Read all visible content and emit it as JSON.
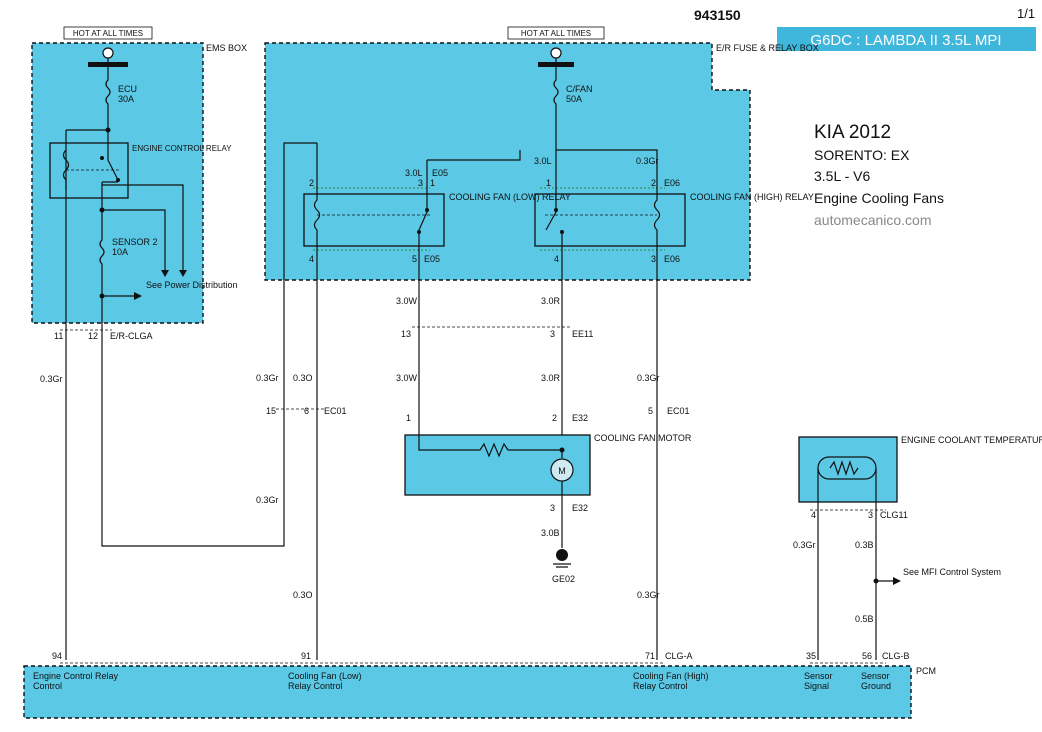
{
  "header": {
    "doc_number": "943150",
    "page": "1/1",
    "banner": "G6DC : LAMBDA II 3.5L MPI"
  },
  "title_block": {
    "make_year": "KIA 2012",
    "model": "SORENTO:  EX",
    "engine": "3.5L - V6",
    "system": "Engine Cooling Fans",
    "watermark": "automecanico.com"
  },
  "colors": {
    "box_fill": "#5bc8e6",
    "banner_text": "#ffffff",
    "wire": "#111111"
  },
  "power_labels": {
    "left": "HOT AT ALL TIMES",
    "right": "HOT AT ALL TIMES"
  },
  "ems_box": {
    "name": "EMS BOX",
    "fuse": {
      "name": "ECU",
      "rating": "30A"
    },
    "relay": "ENGINE CONTROL RELAY",
    "fuse2": {
      "name": "SENSOR 2",
      "rating": "10A"
    },
    "see_power": "See Power Distribution"
  },
  "er_box": {
    "name": "E/R FUSE & RELAY BOX",
    "fuse": {
      "name": "C/FAN",
      "rating": "50A"
    },
    "relay_low": "COOLING FAN (LOW) RELAY",
    "relay_high": "COOLING FAN (HIGH) RELAY"
  },
  "connectors": {
    "e05": "E05",
    "e06": "E06",
    "ee11": "EE11",
    "e32": "E32",
    "ec01": "EC01",
    "erclga": "E/R-CLGA",
    "clg11": "CLG11",
    "clga": "CLG-A",
    "clgb": "CLG-B",
    "ge02": "GE02"
  },
  "pins": {
    "p11": "11",
    "p12": "12",
    "p2a": "2",
    "p3a": "3",
    "p1a": "1",
    "p4a": "4",
    "p5a": "5",
    "p1b": "1",
    "p2b": "2",
    "p4b": "4",
    "p3b": "3",
    "p13": "13",
    "p3c": "3",
    "p1c": "1",
    "p2c": "2",
    "p3d": "3",
    "p15": "15",
    "p6": "6",
    "p5b": "5",
    "p4c": "4",
    "p3e": "3",
    "p94": "94",
    "p91": "91",
    "p71": "71",
    "p35": "35",
    "p56": "56"
  },
  "wires": {
    "gr03": "0.3Gr",
    "o03": "0.3O",
    "l30": "3.0L",
    "w30": "3.0W",
    "r30": "3.0R",
    "b30": "3.0B",
    "b03": "0.3B",
    "b05": "0.5B"
  },
  "motor": {
    "name": "COOLING FAN MOTOR",
    "symbol": "M"
  },
  "sensor": {
    "name": "ENGINE COOLANT TEMPERATURE SENSOR"
  },
  "see_mfi": "See MFI Control System",
  "pcm": {
    "name": "PCM",
    "terminals": {
      "t94": "Engine Control Relay Control",
      "t91": "Cooling Fan (Low) Relay Control",
      "t71": "Cooling Fan (High) Relay Control",
      "t35": "Sensor Signal",
      "t56": "Sensor Ground"
    }
  }
}
